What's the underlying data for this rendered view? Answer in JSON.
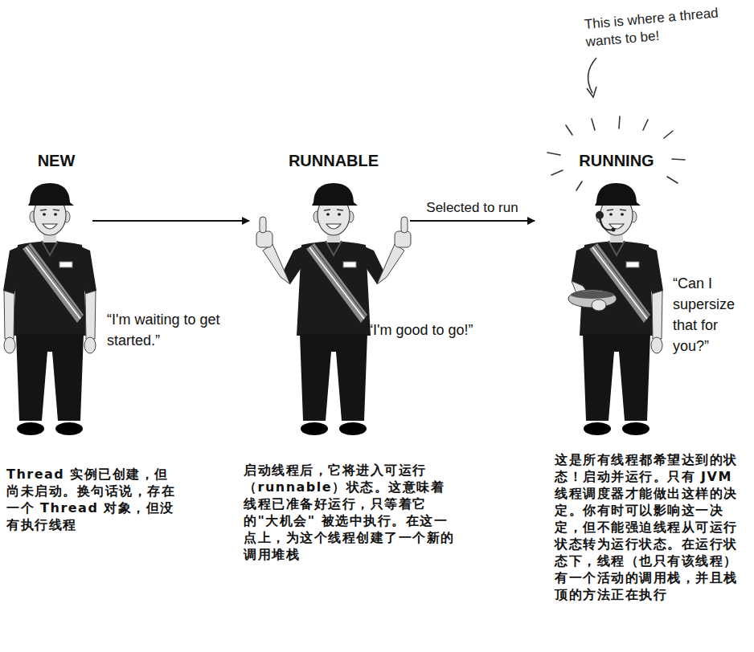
{
  "diagram": {
    "nodes": [
      {
        "text": [
          "NEW",
          "“I'm waiting to get started.”",
          "Thread 实例已创建，但尚未启动。换句话说，存在一个 Thread 对象，但没有执行线程"
        ]
      },
      {
        "text": [
          "RUNNABLE",
          "“I'm good to go!”",
          "启动线程后，它将进入可运行（runnable）状态。这意味着线程已准备好运行，只等着它的\"大机会\" 被选中执行。在这一点上，为这个线程创建了一个新的调用堆栈"
        ]
      },
      {
        "text": [
          "RUNNING",
          "“Can I supersize that for you?”",
          "这是所有线程都希望达到的状态！启动并运行。只有 JVM 线程调度器才能做出这样的决定。你有时可以影响这一决定，但不能强迫线程从可运行状态转为运行状态。在运行状态下，线程（也只有该线程）有一个活动的调用栈，并且栈顶的方法正在执行"
        ]
      }
    ],
    "edges": [
      {
        "from": 0,
        "to": 1,
        "arrow": "to"
      },
      {
        "from": 1,
        "to": 2,
        "label": "Selected to run",
        "arrow": "to"
      }
    ],
    "labels": [
      "This is where a thread wants to be!"
    ]
  }
}
